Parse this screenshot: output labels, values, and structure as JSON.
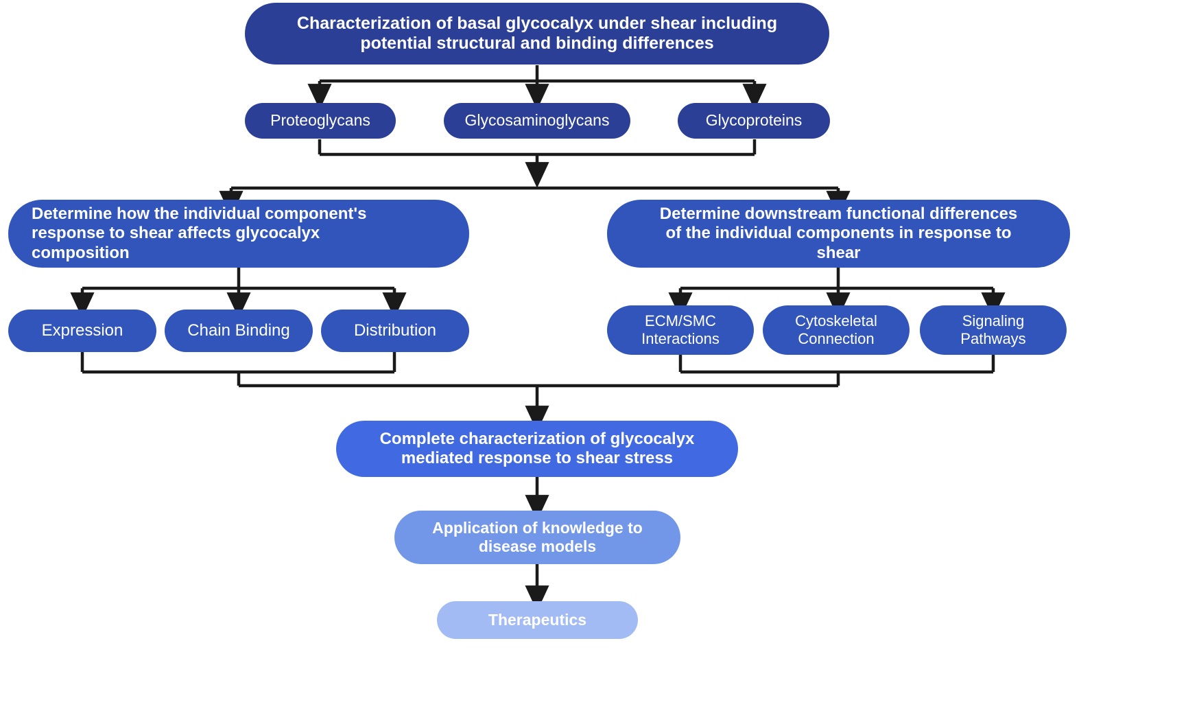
{
  "diagram": {
    "title": "Glycocalyx shear-response research flowchart",
    "background": "#ffffff",
    "arrow_color": "#1a1a1a",
    "palette": {
      "navy": "#2b3f96",
      "royal": "#3255bb",
      "blue": "#4169e1",
      "light_blue": "#7296e8",
      "pale_blue": "#a2bbf4"
    },
    "nodes": [
      {
        "id": "root",
        "label": "Characterization of basal glycocalyx under shear including\npotential structural and binding differences",
        "level": 0
      },
      {
        "id": "proteoglycans",
        "label": "Proteoglycans",
        "level": 1
      },
      {
        "id": "glycosaminoglycans",
        "label": "Glycosaminoglycans",
        "level": 1
      },
      {
        "id": "glycoproteins",
        "label": "Glycoproteins",
        "level": 1
      },
      {
        "id": "composition",
        "label": "Determine how the individual component's\nresponse to shear affects glycocalyx\ncomposition",
        "level": 2
      },
      {
        "id": "functional",
        "label": "Determine downstream functional differences\nof the individual components in response to\nshear",
        "level": 2
      },
      {
        "id": "expression",
        "label": "Expression",
        "level": 3
      },
      {
        "id": "chain-binding",
        "label": "Chain Binding",
        "level": 3
      },
      {
        "id": "distribution",
        "label": "Distribution",
        "level": 3
      },
      {
        "id": "ecm-smc",
        "label": "ECM/SMC\nInteractions",
        "level": 3
      },
      {
        "id": "cytoskeletal",
        "label": "Cytoskeletal\nConnection",
        "level": 3
      },
      {
        "id": "signaling",
        "label": "Signaling\nPathways",
        "level": 3
      },
      {
        "id": "complete",
        "label": "Complete characterization of glycocalyx\nmediated response to shear stress",
        "level": 4
      },
      {
        "id": "application",
        "label": "Application of knowledge to\ndisease models",
        "level": 5
      },
      {
        "id": "therapeutics",
        "label": "Therapeutics",
        "level": 6
      }
    ],
    "edges": [
      {
        "from": "root",
        "to": "proteoglycans"
      },
      {
        "from": "root",
        "to": "glycosaminoglycans"
      },
      {
        "from": "root",
        "to": "glycoproteins"
      },
      {
        "from": "component-group",
        "to": "composition"
      },
      {
        "from": "component-group",
        "to": "functional"
      },
      {
        "from": "composition",
        "to": "expression"
      },
      {
        "from": "composition",
        "to": "chain-binding"
      },
      {
        "from": "composition",
        "to": "distribution"
      },
      {
        "from": "functional",
        "to": "ecm-smc"
      },
      {
        "from": "functional",
        "to": "cytoskeletal"
      },
      {
        "from": "functional",
        "to": "signaling"
      },
      {
        "from": "leaf-group",
        "to": "complete"
      },
      {
        "from": "complete",
        "to": "application"
      },
      {
        "from": "application",
        "to": "therapeutics"
      }
    ]
  }
}
